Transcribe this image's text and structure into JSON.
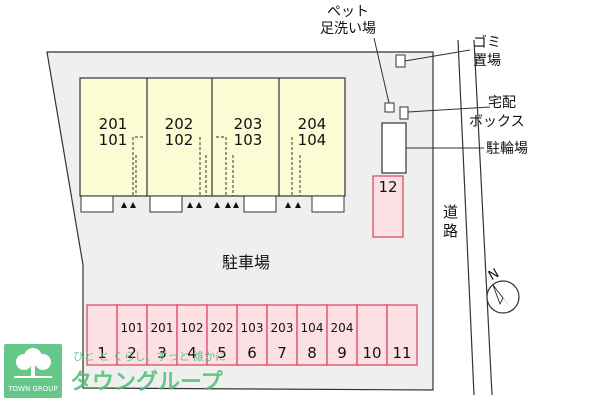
{
  "site": {
    "parking_label": "駐車場",
    "road_label": [
      "道",
      "路"
    ],
    "north_label": "N"
  },
  "units": [
    {
      "upper": "201",
      "lower": "101"
    },
    {
      "upper": "202",
      "lower": "102"
    },
    {
      "upper": "203",
      "lower": "103"
    },
    {
      "upper": "204",
      "lower": "104"
    }
  ],
  "facilities": {
    "pet_wash": [
      "ペット",
      "足洗い場"
    ],
    "garbage": [
      "ゴミ",
      "置場"
    ],
    "delivery_box": [
      "宅配",
      "ボックス"
    ],
    "bike_parking": "駐輪場",
    "slot_12": "12"
  },
  "parking_slots": [
    {
      "unit": "",
      "number": "1"
    },
    {
      "unit": "101",
      "number": "2"
    },
    {
      "unit": "201",
      "number": "3"
    },
    {
      "unit": "102",
      "number": "4"
    },
    {
      "unit": "202",
      "number": "5"
    },
    {
      "unit": "103",
      "number": "6"
    },
    {
      "unit": "203",
      "number": "7"
    },
    {
      "unit": "104",
      "number": "8"
    },
    {
      "unit": "204",
      "number": "9"
    },
    {
      "unit": "",
      "number": "10"
    },
    {
      "unit": "",
      "number": "11"
    }
  ],
  "watermark": {
    "tagline": "ひと と くらし、ずっと 誰かに",
    "brand_en": "TOWN GROUP",
    "brand_jp": "タウングループ"
  },
  "colors": {
    "lot": "#efefef",
    "building": "#fbfbd4",
    "parking_slot": "#fde0e4",
    "parking_outline": "#d9405a",
    "watermark": "#4bbf74"
  }
}
